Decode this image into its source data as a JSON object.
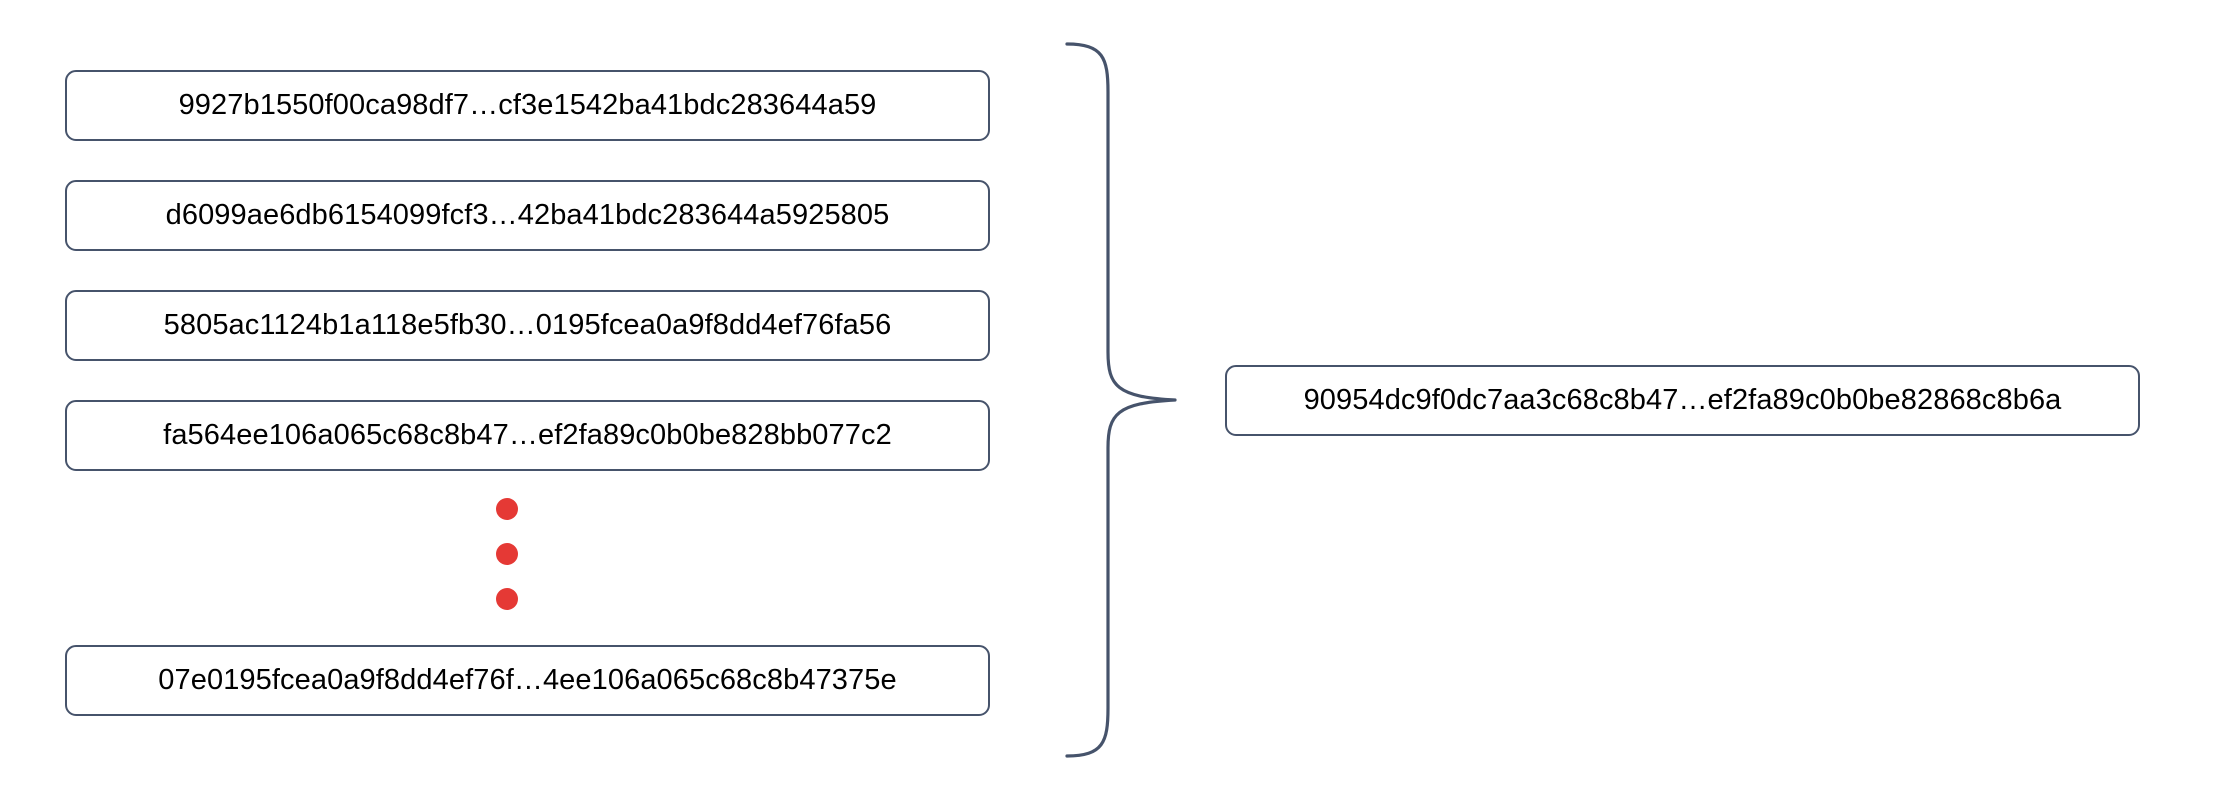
{
  "diagram": {
    "type": "aggregation-brace",
    "title": "",
    "background_color": "#ffffff",
    "box_border_color": "#46536b",
    "box_fill_color": "#ffffff",
    "text_color": "#000000",
    "ellipsis_dot_color": "#e53935",
    "brace_color": "#46536b"
  },
  "inputs": {
    "items": [
      {
        "id": "input-0",
        "label": "9927b1550f00ca98df7…cf3e1542ba41bdc283644a59"
      },
      {
        "id": "input-1",
        "label": "d6099ae6db6154099fcf3…42ba41bdc283644a5925805"
      },
      {
        "id": "input-2",
        "label": "5805ac1124b1a118e5fb30…0195fcea0a9f8dd4ef76fa56"
      },
      {
        "id": "input-3",
        "label": "fa564ee106a065c68c8b47…ef2fa89c0b0be828bb077c2"
      },
      {
        "id": "input-4",
        "label": "07e0195fcea0a9f8dd4ef76f…4ee106a065c68c8b47375e"
      }
    ],
    "ellipsis": {
      "name": "vertical-ellipsis",
      "dot_count": 3,
      "color": "#e53935"
    }
  },
  "connector": {
    "name": "curly-brace",
    "direction": "right",
    "color": "#46536b"
  },
  "output": {
    "id": "output-0",
    "label": "90954dc9f0dc7aa3c68c8b47…ef2fa89c0b0be82868c8b6a"
  }
}
